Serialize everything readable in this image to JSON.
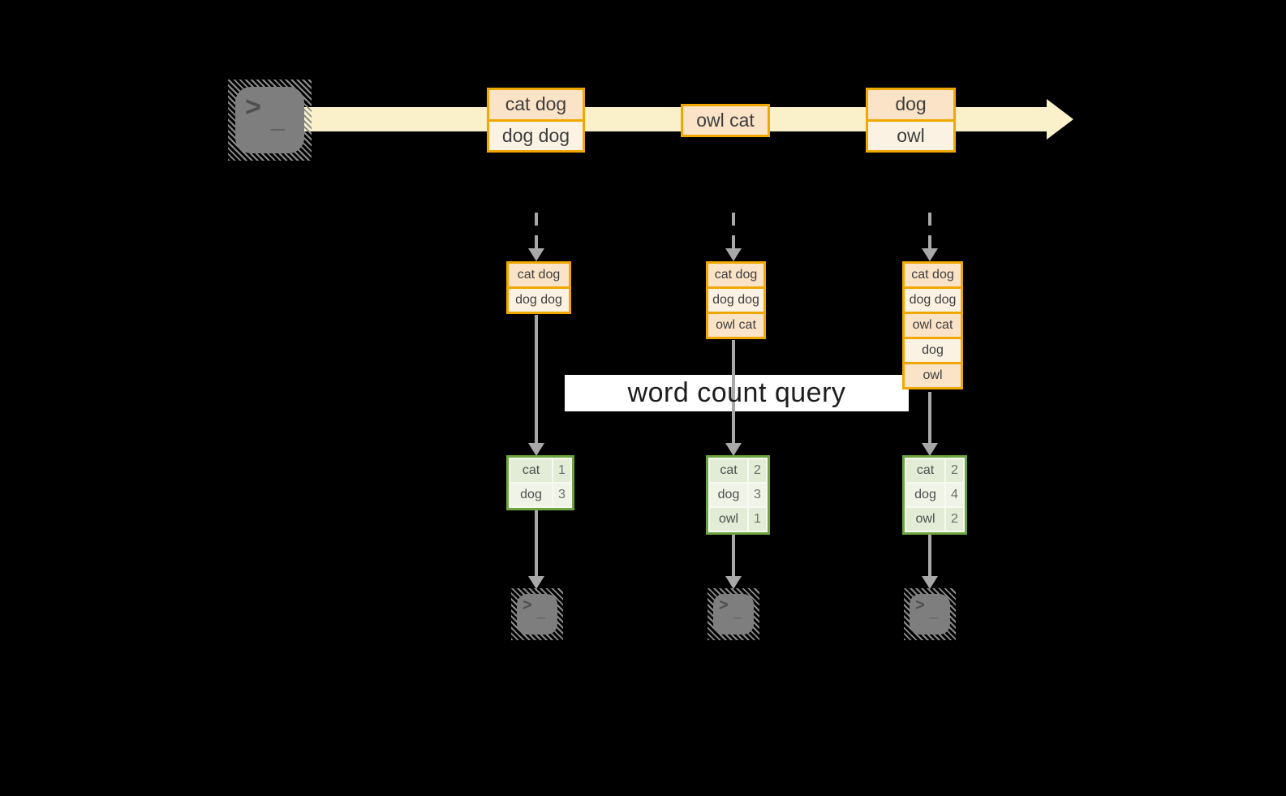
{
  "banner": {
    "label": "word count query"
  },
  "icons": {
    "terminal": "terminal-icon",
    "prompt_glyph": ">",
    "cursor_glyph": "_"
  },
  "stream": {
    "batches": [
      [
        "cat dog",
        "dog dog"
      ],
      [
        "owl cat"
      ],
      [
        "dog",
        "owl"
      ]
    ]
  },
  "micro_batches": [
    {
      "inputs": [
        "cat dog",
        "dog dog"
      ],
      "counts": [
        {
          "word": "cat",
          "count": "1"
        },
        {
          "word": "dog",
          "count": "3"
        }
      ]
    },
    {
      "inputs": [
        "cat dog",
        "dog dog",
        "owl cat"
      ],
      "counts": [
        {
          "word": "cat",
          "count": "2"
        },
        {
          "word": "dog",
          "count": "3"
        },
        {
          "word": "owl",
          "count": "1"
        }
      ]
    },
    {
      "inputs": [
        "cat dog",
        "dog dog",
        "owl cat",
        "dog",
        "owl"
      ],
      "counts": [
        {
          "word": "cat",
          "count": "2"
        },
        {
          "word": "dog",
          "count": "4"
        },
        {
          "word": "owl",
          "count": "2"
        }
      ]
    }
  ],
  "colors": {
    "background": "#000000",
    "band": "#FAF0CA",
    "box_border": "#F0A800",
    "box_fill_dark": "#FAE3C6",
    "box_fill_light": "#FCF2E4",
    "table_border": "#6EA43F",
    "table_fill_dark": "#E2ECD6",
    "table_fill_light": "#EFF4E7",
    "arrow_gray": "#A8A8A8",
    "terminal_gray": "#7E7E7E",
    "banner_bg": "#FFFFFF"
  }
}
